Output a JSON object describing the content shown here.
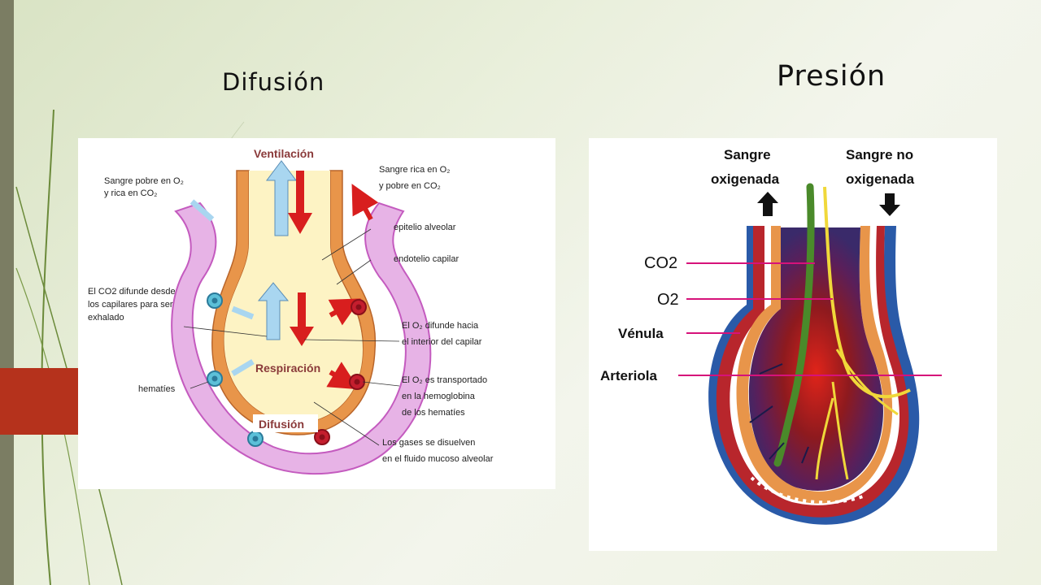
{
  "slide": {
    "title_left": "Difusión",
    "title_right": "Presión"
  },
  "diagram_left": {
    "heading_ventilacion": "Ventilación",
    "heading_respiracion": "Respiración",
    "heading_difusion": "Difusión",
    "label_sangre_pobre_1": "Sangre pobre en O₂",
    "label_sangre_pobre_2": "y rica en CO₂",
    "label_sangre_rica_1": "Sangre rica en O₂",
    "label_sangre_rica_2": "y pobre en CO₂",
    "label_epitelio": "epitelio alveolar",
    "label_endotelio": "endotelio capilar",
    "label_co2_1": "El CO2 difunde desde",
    "label_co2_2": "los capilares para ser",
    "label_co2_3": "exhalado",
    "label_o2_difunde_1": "El O₂ difunde hacia",
    "label_o2_difunde_2": "el interior del capilar",
    "label_hematies": "hematíes",
    "label_o2_transp_1": "El O₂ es transportado",
    "label_o2_transp_2": "en la hemoglobina",
    "label_o2_transp_3": "de los hematíes",
    "label_gases_1": "Los gases se disuelven",
    "label_gases_2": "en el fluido mucoso alveolar"
  },
  "diagram_right": {
    "label_sangre_oxi_1": "Sangre",
    "label_sangre_oxi_2": "oxigenada",
    "label_sangre_no_1": "Sangre no",
    "label_sangre_no_2": "oxigenada",
    "label_co2": "CO2",
    "label_o2": "O2",
    "label_venula": "Vénula",
    "label_arteriola": "Arteriola"
  },
  "colors": {
    "accent": "#b5321c",
    "left_bar": "#7b7d63",
    "alveolus_fill": "#fdf3c4",
    "alveolus_wall": "#e8954a",
    "capillary": "#e7b3e6",
    "arrow_red": "#d81e1e",
    "arrow_blue": "#a9d6f0",
    "vein_blue": "#2a5aa8",
    "artery_red": "#b8262c",
    "line_magenta": "#d6127a"
  }
}
